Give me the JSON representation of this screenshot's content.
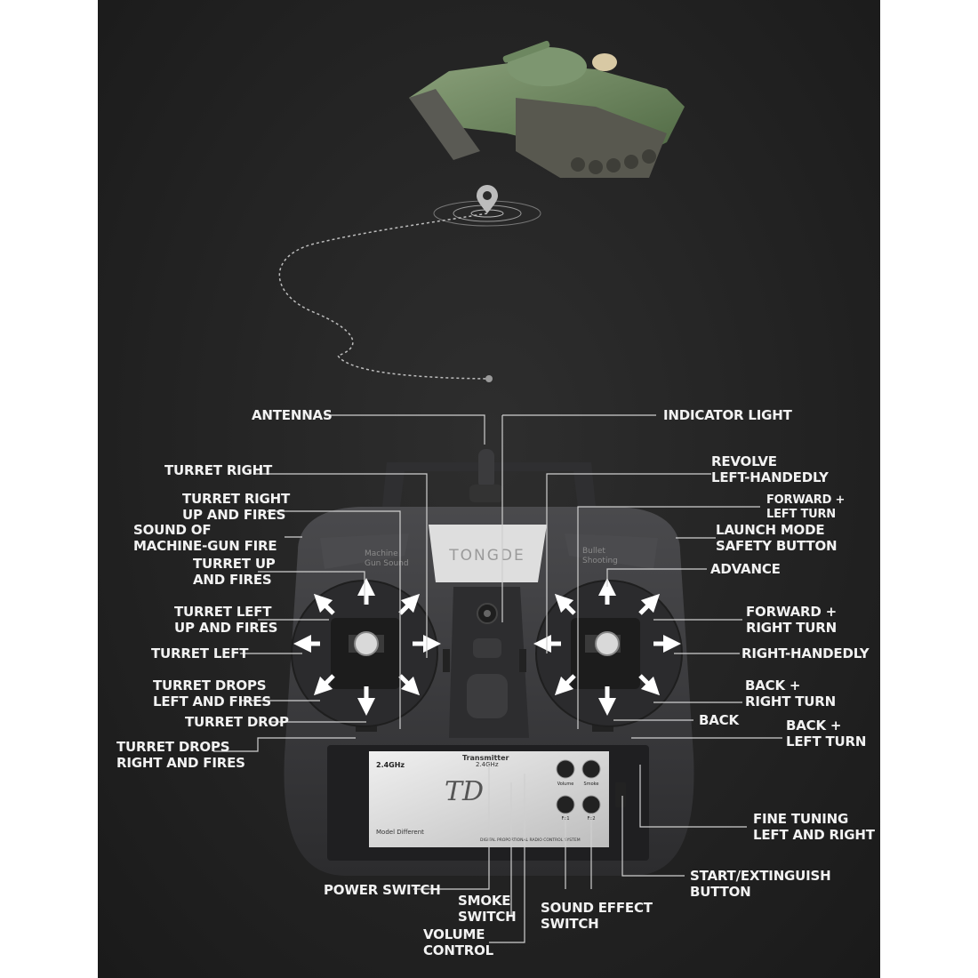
{
  "transmitter": {
    "brand": "TONGDE",
    "left_panel_text": "Machine\nGun Sound",
    "right_panel_text": "Bullet\nShooting",
    "plate_freq": "2.4GHz",
    "plate_title": "Transmitter",
    "plate_title_freq": "2.4GHz",
    "plate_model": "Model Different",
    "plate_bottom": "DIGITAL PROPORTIONAL RADIO CONTROL SYSTEM",
    "btn_volume": "Volume",
    "btn_smoke": "Smoke",
    "btn_fx1": "Fx1",
    "btn_fx2": "Fx2"
  },
  "labels": {
    "antennas": "ANTENNAS",
    "indicator_light": "INDICATOR LIGHT",
    "turret_right": "TURRET RIGHT",
    "revolve_left": "REVOLVE\nLEFT-HANDEDLY",
    "turret_right_up_fires": "TURRET RIGHT\nUP AND FIRES",
    "forward_left_turn": "FORWARD +\nLEFT TURN",
    "sound_mg": "SOUND OF\nMACHINE-GUN FIRE",
    "launch_safety": "LAUNCH MODE\nSAFETY BUTTON",
    "turret_up_fires": "TURRET UP\nAND FIRES",
    "advance": "ADVANCE",
    "turret_left_up_fires": "TURRET LEFT\nUP AND FIRES",
    "forward_right_turn": "FORWARD +\nRIGHT TURN",
    "turret_left": "TURRET LEFT",
    "right_handedly": "RIGHT-HANDEDLY",
    "turret_drops_left_fires": "TURRET DROPS\nLEFT AND FIRES",
    "back_right_turn": "BACK +\nRIGHT TURN",
    "turret_drop": "TURRET DROP",
    "back": "BACK",
    "back_left_turn": "BACK +\nLEFT TURN",
    "turret_drops_right_fires": "TURRET DROPS\nRIGHT AND FIRES",
    "fine_tuning": "FINE TUNING\nLEFT AND RIGHT",
    "start_extinguish": "START/EXTINGUISH\nBUTTON",
    "power_switch": "POWER SWITCH",
    "smoke_switch": "SMOKE\nSWITCH",
    "sound_effect_switch": "SOUND EFFECT\nSWITCH",
    "volume_control": "VOLUME\nCONTROL"
  },
  "colors": {
    "background": "#1f1f1f",
    "label_text": "#f2f2f2",
    "leader_line": "#cfcfcf",
    "tank_green": "#5f7a52",
    "transmitter_body": "#3a3a3c"
  }
}
